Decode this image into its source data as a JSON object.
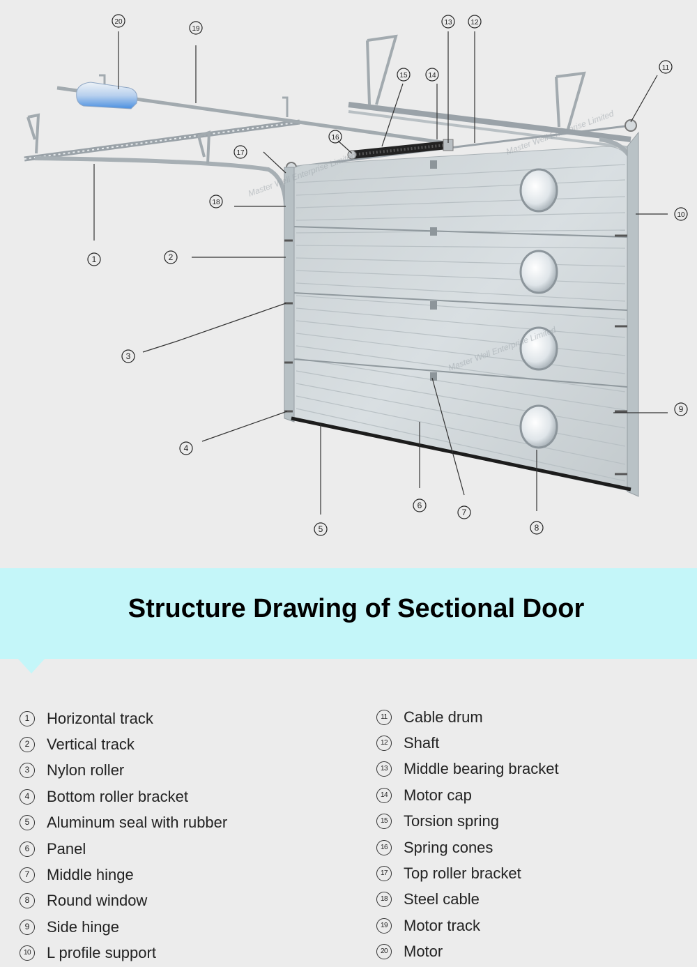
{
  "title": "Structure Drawing of Sectional Door",
  "watermark": "Master Well Enterprise Limited",
  "colors": {
    "banner": "#c4f6f9",
    "background": "#ececec",
    "motor": "#4a8fe0"
  },
  "callouts": [
    "1",
    "2",
    "3",
    "4",
    "5",
    "6",
    "7",
    "8",
    "9",
    "10",
    "11",
    "12",
    "13",
    "14",
    "15",
    "16",
    "17",
    "18",
    "19",
    "20"
  ],
  "legend_left": [
    {
      "num": "1",
      "label": "Horizontal track"
    },
    {
      "num": "2",
      "label": "Vertical track"
    },
    {
      "num": "3",
      "label": "Nylon roller"
    },
    {
      "num": "4",
      "label": "Bottom roller bracket"
    },
    {
      "num": "5",
      "label": "Aluminum seal with rubber"
    },
    {
      "num": "6",
      "label": "Panel"
    },
    {
      "num": "7",
      "label": "Middle hinge"
    },
    {
      "num": "8",
      "label": "Round window"
    },
    {
      "num": "9",
      "label": "Side hinge"
    },
    {
      "num": "10",
      "label": "L profile support"
    }
  ],
  "legend_right": [
    {
      "num": "11",
      "label": "Cable drum"
    },
    {
      "num": "12",
      "label": "Shaft"
    },
    {
      "num": "13",
      "label": "Middle bearing bracket"
    },
    {
      "num": "14",
      "label": "Motor cap"
    },
    {
      "num": "15",
      "label": "Torsion spring"
    },
    {
      "num": "16",
      "label": "Spring cones"
    },
    {
      "num": "17",
      "label": "Top roller bracket"
    },
    {
      "num": "18",
      "label": "Steel cable"
    },
    {
      "num": "19",
      "label": "Motor track"
    },
    {
      "num": "20",
      "label": "Motor"
    }
  ]
}
